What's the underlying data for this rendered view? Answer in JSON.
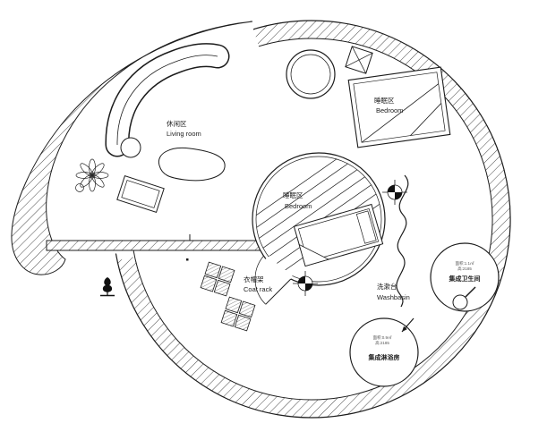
{
  "canvas": {
    "background": "#ffffff",
    "line_color": "#1c1c1c",
    "hatch_color": "#4a4a4a"
  },
  "labels": {
    "living_room": {
      "zh": "休闲区",
      "en": "Living room"
    },
    "bedroom_upper": {
      "zh": "睡眠区",
      "en": "Bedroom"
    },
    "bedroom_center": {
      "zh": "睡眠区",
      "en": "Bedroom"
    },
    "coat_rack": {
      "zh": "衣帽架",
      "en": "Coat rack"
    },
    "washbasin": {
      "zh": "洗漱台",
      "en": "Washbasin"
    }
  },
  "pods": {
    "bathroom": {
      "name": "集成卫生间",
      "spec1": "面积:1.1㎡",
      "spec2": "高:2185"
    },
    "shower": {
      "name": "集成淋浴房",
      "spec1": "面积:0.9㎡",
      "spec2": "高:2185"
    }
  },
  "symbols": {
    "column_marker": "surveying-target",
    "wavy_partition": "curtain-wall",
    "entry_figure": "statue-figure"
  }
}
